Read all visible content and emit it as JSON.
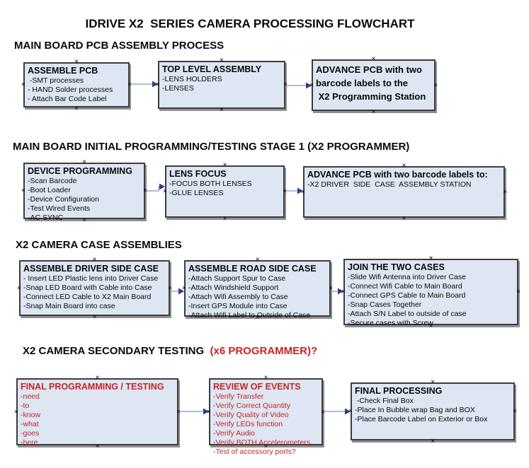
{
  "title": "IDRIVE X2  SERIES CAMERA PROCESSING FLOWCHART",
  "colors": {
    "box_fill": "#dde6f2",
    "box_border": "#3d3d3d",
    "shadow": "#909090",
    "red": "#c82328",
    "arrow_line": "#8fa7cd",
    "arrow_head": "#2c3f8f"
  },
  "icons": {
    "connection_handle": "×"
  },
  "sections": [
    {
      "heading": "MAIN BOARD PCB ASSEMBLY PROCESS",
      "boxes": [
        {
          "title": "ASSEMBLE PCB",
          "items": [
            " -SMT processes",
            "- HAND Solder processes",
            "- Attach Bar Code Label"
          ]
        },
        {
          "title": "TOP LEVEL ASSEMBLY",
          "items": [
            "-LENS HOLDERS",
            "-LENSES"
          ]
        },
        {
          "title": "ADVANCE PCB with two\nbarcode labels to the\n X2 Programming Station",
          "items": []
        }
      ]
    },
    {
      "heading": "MAIN BOARD INITIAL PROGRAMMING/TESTING STAGE 1 (X2 PROGRAMMER)",
      "boxes": [
        {
          "title": "DEVICE PROGRAMMING",
          "items": [
            "-Scan Barcode",
            "-Boot Loader",
            "-Device Configuration",
            "-Test Wired Events",
            "-AC SYNC"
          ]
        },
        {
          "title": "LENS FOCUS",
          "items": [
            "-FOCUS BOTH LENSES",
            "-GLUE LENSES"
          ]
        },
        {
          "title": "ADVANCE PCB with two barcode labels to:",
          "items": [
            "-X2 DRIVER  SIDE  CASE  ASSEMBLY STATION"
          ]
        }
      ]
    },
    {
      "heading": "X2 CAMERA CASE ASSEMBLIES",
      "boxes": [
        {
          "title": "ASSEMBLE DRIVER SIDE CASE",
          "items": [
            "- Insert LED Plastic lens into Driver Case",
            "-Snap LED Board with Cable into Case",
            "-Connect LED Cable to X2 Main Board",
            "-Snap Main Board into case"
          ]
        },
        {
          "title": "ASSEMBLE ROAD SIDE CASE",
          "items": [
            "-Attach Support Spur to Case",
            "-Attach Windshield Support",
            "-Attach Wifi Assembly to Case",
            "-Insert GPS Module into Case",
            "-Attach Wifi Label to Outside of Case"
          ]
        },
        {
          "title": "JOIN THE TWO CASES",
          "items": [
            "-Slide Wifi Antenna into Driver Case",
            "-Connect Wifi Cable to Main Board",
            "-Connect GPS Cable to Main Board",
            "-Snap Cases Together",
            "-Attach S/N Label to outside of case",
            "-Secure cases with Screw"
          ]
        }
      ]
    },
    {
      "heading_black": "X2 CAMERA SECONDARY TESTING",
      "heading_red": "  (x6 PROGRAMMER)?",
      "boxes": [
        {
          "title": "FINAL PROGRAMMING / TESTING",
          "items": [
            "-need",
            "-to",
            "-know",
            "-what",
            "-goes",
            "-here"
          ]
        },
        {
          "title": "REVIEW OF EVENTS",
          "items": [
            "-Verify Transfer",
            "-Verify Correct Quantity",
            "-Verify Quality of Video",
            "-Verify LEDs function",
            "-Verify Audio",
            "-Verify BOTH Accelerometers",
            "-Test of accessory ports?"
          ]
        },
        {
          "title": "FINAL PROCESSING",
          "items": [
            " -Check Final Box",
            "-Place In Bubble wrap Bag and BOX",
            "-Place Barcode Label on Exterior or Box"
          ]
        }
      ]
    }
  ]
}
